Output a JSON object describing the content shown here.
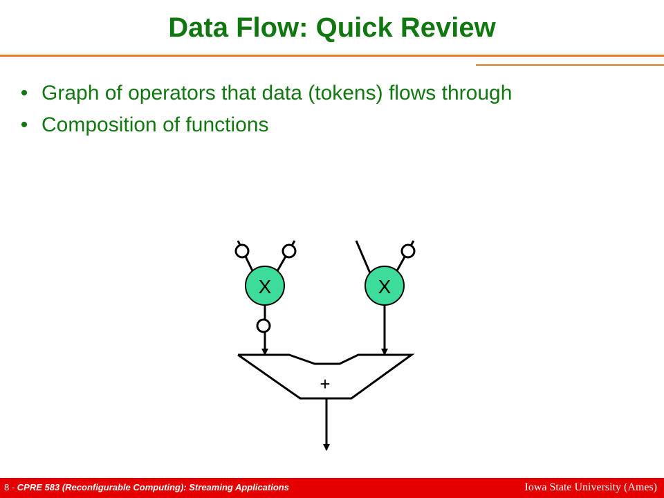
{
  "slide": {
    "title": "Data Flow: Quick Review",
    "bullets": [
      "Graph of operators that data (tokens) flows through",
      "Composition of functions"
    ],
    "bullet_marker": "•"
  },
  "diagram": {
    "multiplier_left_label": "X",
    "multiplier_right_label": "X",
    "adder_label": "+",
    "colors": {
      "operator_fill": "#3ddc9a",
      "stroke": "#000000"
    }
  },
  "footer": {
    "page_number": "8 -",
    "course": "CPRE 583 (Reconfigurable Computing):  Streaming Applications",
    "institution": "Iowa State University (Ames)",
    "background": "#e50000"
  }
}
